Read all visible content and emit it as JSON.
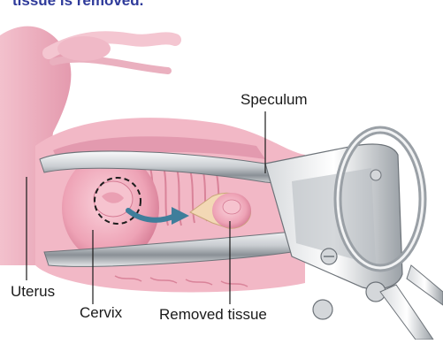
{
  "caption": "tissue is removed.",
  "labels": {
    "speculum": "Speculum",
    "uterus": "Uterus",
    "cervix": "Cervix",
    "removed_tissue": "Removed tissue"
  },
  "colors": {
    "caption": "#2e3a9a",
    "tissue_pink": "#f1b5c4",
    "tissue_dark": "#d9849c",
    "metal_light": "#eef0f2",
    "metal_dark": "#7b8187",
    "arrow": "#3f7e9b"
  }
}
